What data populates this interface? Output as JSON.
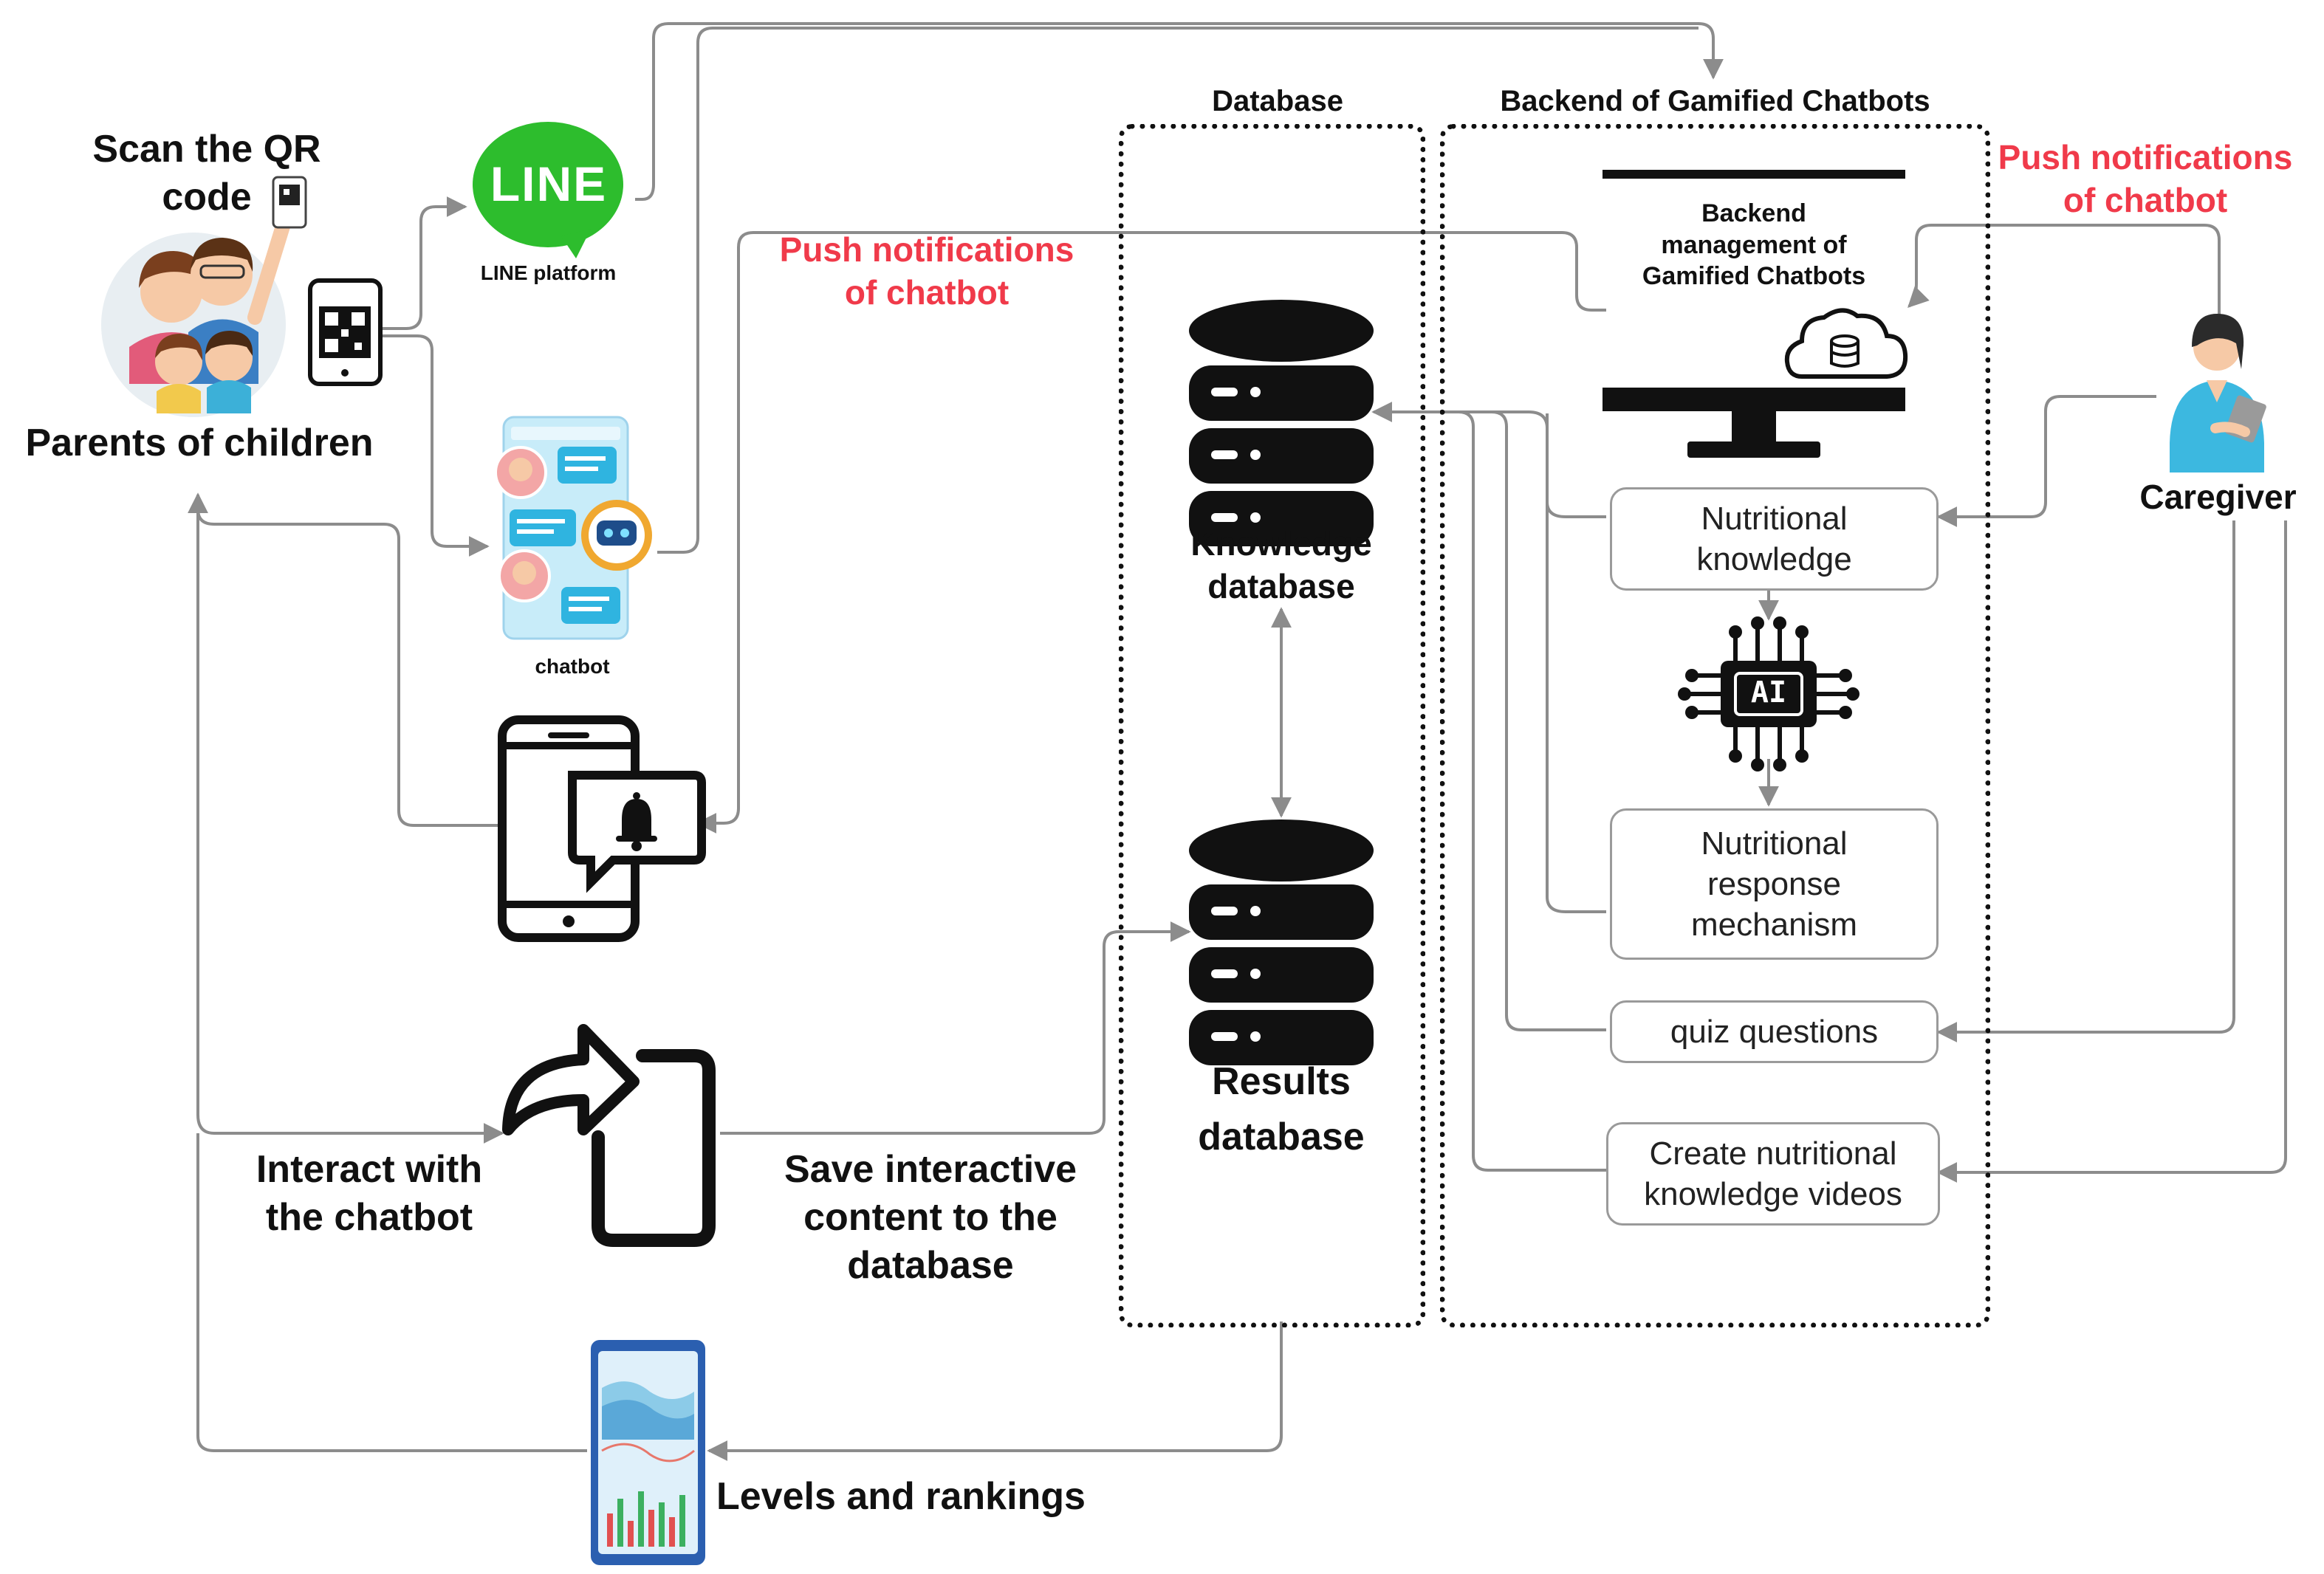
{
  "labels": {
    "scan_qr": "Scan the QR\ncode",
    "parents": "Parents of children",
    "line_logo": "LINE",
    "line_platform": "LINE platform",
    "chatbot": "chatbot",
    "push_left": "Push notifications\nof chatbot",
    "push_right": "Push notifications\nof chatbot",
    "interact": "Interact with\nthe chatbot",
    "save": "Save interactive\ncontent to the\ndatabase",
    "levels": "Levels and rankings",
    "database_title": "Database",
    "backend_title": "Backend of Gamified Chatbots",
    "backend_mgmt": "Backend\nmanagement of\nGamified Chatbots",
    "knowledge_db": "Knowledge\ndatabase",
    "results_db": "Results\ndatabase",
    "caregiver": "Caregiver",
    "ai_chip": "AI"
  },
  "boxes": {
    "nutritional_knowledge": "Nutritional\nknowledge",
    "nutritional_response": "Nutritional\nresponse\nmechanism",
    "quiz": "quiz questions",
    "videos": "Create nutritional\nknowledge videos"
  },
  "icons": [
    "family-icon",
    "qr-phone-icon",
    "line-logo-icon",
    "chatbot-app-icon",
    "phone-notification-icon",
    "share-phone-icon",
    "ranking-phone-icon",
    "database-icon",
    "monitor-icon",
    "cloud-database-icon",
    "ai-chip-icon",
    "caregiver-icon"
  ],
  "colors": {
    "accent_red": "#f03a4a",
    "line_green": "#2dbd2d",
    "connector": "#8c8c8c"
  }
}
